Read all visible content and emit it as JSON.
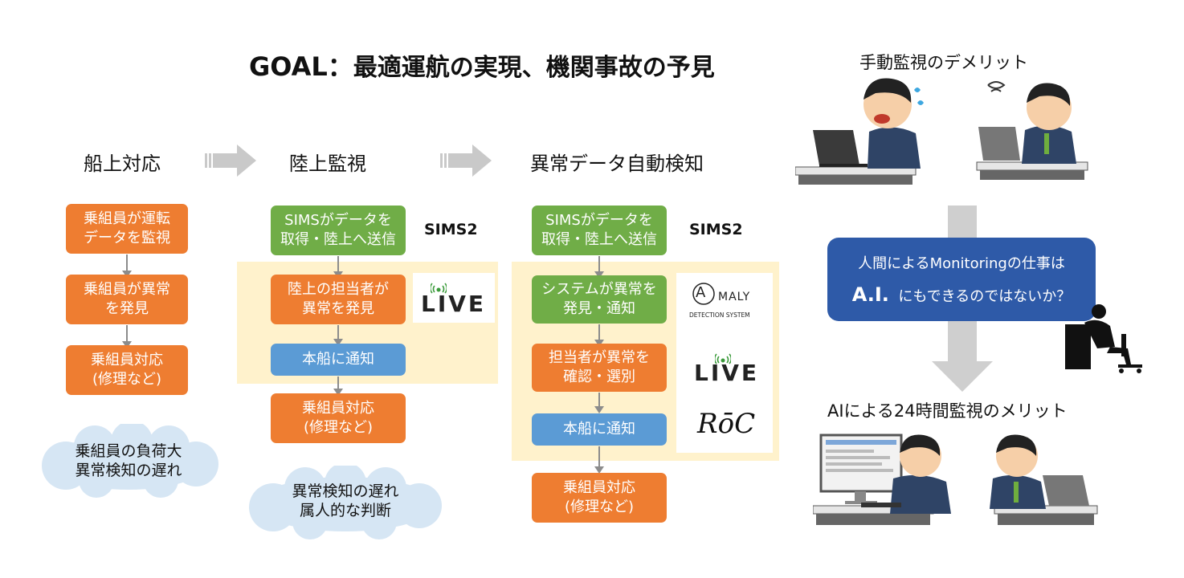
{
  "title": {
    "goal": "GOAL：",
    "text": "最適運航の実現、機関事故の予見"
  },
  "columns": [
    {
      "heading": "船上対応",
      "boxes": [
        {
          "lines": [
            "乗組員が運転",
            "データを監視"
          ]
        },
        {
          "lines": [
            "乗組員が異常",
            "を発見"
          ]
        },
        {
          "lines": [
            "乗組員対応",
            "(修理など)"
          ]
        }
      ],
      "cloud": [
        "乗組員の負荷大",
        "異常検知の遅れ"
      ]
    },
    {
      "heading": "陸上監視",
      "sims2": "SIMS2",
      "boxes": [
        {
          "lines": [
            "SIMSがデータを",
            "取得・陸上へ送信"
          ]
        },
        {
          "lines": [
            "陸上の担当者が",
            "異常を発見"
          ]
        },
        {
          "lines": [
            "本船に通知"
          ]
        },
        {
          "lines": [
            "乗組員対応",
            "(修理など)"
          ]
        }
      ],
      "logo": "LIVE",
      "cloud": [
        "異常検知の遅れ",
        "属人的な判断"
      ]
    },
    {
      "heading": "異常データ自動検知",
      "sims2": "SIMS2",
      "boxes": [
        {
          "lines": [
            "SIMSがデータを",
            "取得・陸上へ送信"
          ]
        },
        {
          "lines": [
            "システムが異常を",
            "発見・通知"
          ]
        },
        {
          "lines": [
            "担当者が異常を",
            "確認・選別"
          ]
        },
        {
          "lines": [
            "本船に通知"
          ]
        },
        {
          "lines": [
            "乗組員対応",
            "(修理など)"
          ]
        }
      ],
      "logos": {
        "anomaly_1": "A",
        "anomaly_2": "MALY",
        "anomaly_sub": "DETECTION SYSTEM",
        "live": "LIVE",
        "roc": "RōC"
      }
    }
  ],
  "right": {
    "manual_heading": "手動監視のデメリット",
    "callout_line1": "人間によるMonitoringの仕事は",
    "callout_ai": "A.I.",
    "callout_line2": "にもできるのではないか？",
    "ai_heading": "AIによる24時間監視のメリット"
  },
  "colors": {
    "orange": "#ee7d31",
    "green": "#70ad47",
    "blue": "#5b9bd5",
    "highlight": "#fff2cc",
    "callout": "#2e5aa8",
    "cloud": "#d6e6f4",
    "chevron": "#c9c9c9"
  }
}
